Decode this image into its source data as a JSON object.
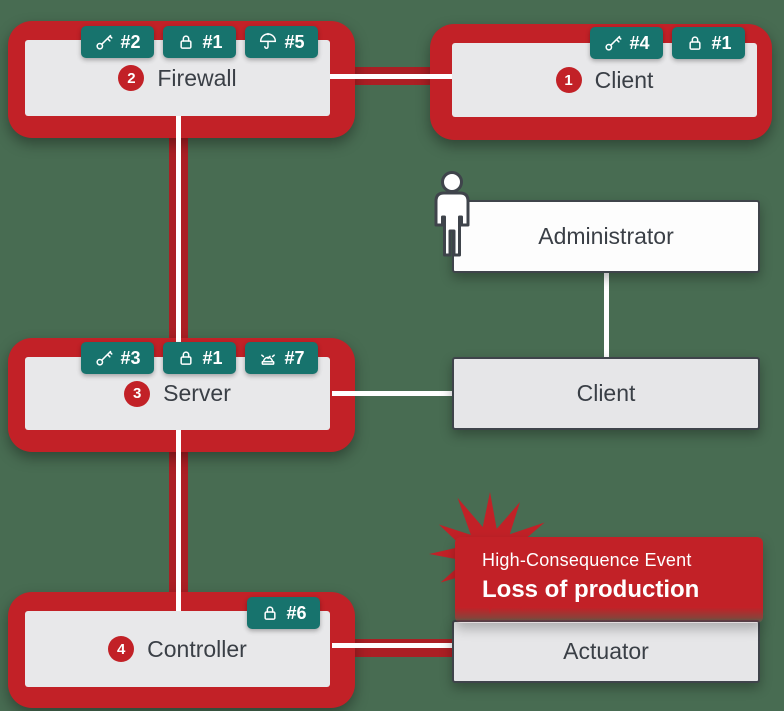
{
  "colors": {
    "background": "#486c52",
    "attack_highlight_red": "#c22127",
    "attack_band_red": "#ab1f24",
    "badge_teal": "#17736d",
    "node_fill_gray": "#e8e8ea",
    "node_border_dark": "#3f444b",
    "label_text": "#3a3f46",
    "connection_white": "#ffffff"
  },
  "nodes": {
    "firewall": {
      "step": "2",
      "label": "Firewall",
      "highlighted": true,
      "badges": [
        {
          "icon": "key",
          "label": "#2"
        },
        {
          "icon": "lock",
          "label": "#1"
        },
        {
          "icon": "umbrella",
          "label": "#5"
        }
      ]
    },
    "client_top": {
      "step": "1",
      "label": "Client",
      "highlighted": true,
      "badges": [
        {
          "icon": "key",
          "label": "#4"
        },
        {
          "icon": "lock",
          "label": "#1"
        }
      ]
    },
    "administrator": {
      "label": "Administrator",
      "actor": true
    },
    "server": {
      "step": "3",
      "label": "Server",
      "highlighted": true,
      "badges": [
        {
          "icon": "key",
          "label": "#3"
        },
        {
          "icon": "lock",
          "label": "#1"
        },
        {
          "icon": "siren",
          "label": "#7"
        }
      ]
    },
    "client_middle": {
      "label": "Client"
    },
    "controller": {
      "step": "4",
      "label": "Controller",
      "highlighted": true,
      "badges": [
        {
          "icon": "lock",
          "label": "#6"
        }
      ]
    },
    "actuator": {
      "label": "Actuator"
    }
  },
  "event": {
    "title": "High-Consequence Event",
    "subtitle": "Loss of production"
  },
  "edges": [
    {
      "from": "client_top",
      "to": "firewall",
      "attack_path": true
    },
    {
      "from": "firewall",
      "to": "server",
      "attack_path": true
    },
    {
      "from": "server",
      "to": "controller",
      "attack_path": true
    },
    {
      "from": "controller",
      "to": "actuator",
      "attack_path": true
    },
    {
      "from": "server",
      "to": "client_middle",
      "attack_path": false
    },
    {
      "from": "administrator",
      "to": "client_middle",
      "attack_path": false
    }
  ]
}
